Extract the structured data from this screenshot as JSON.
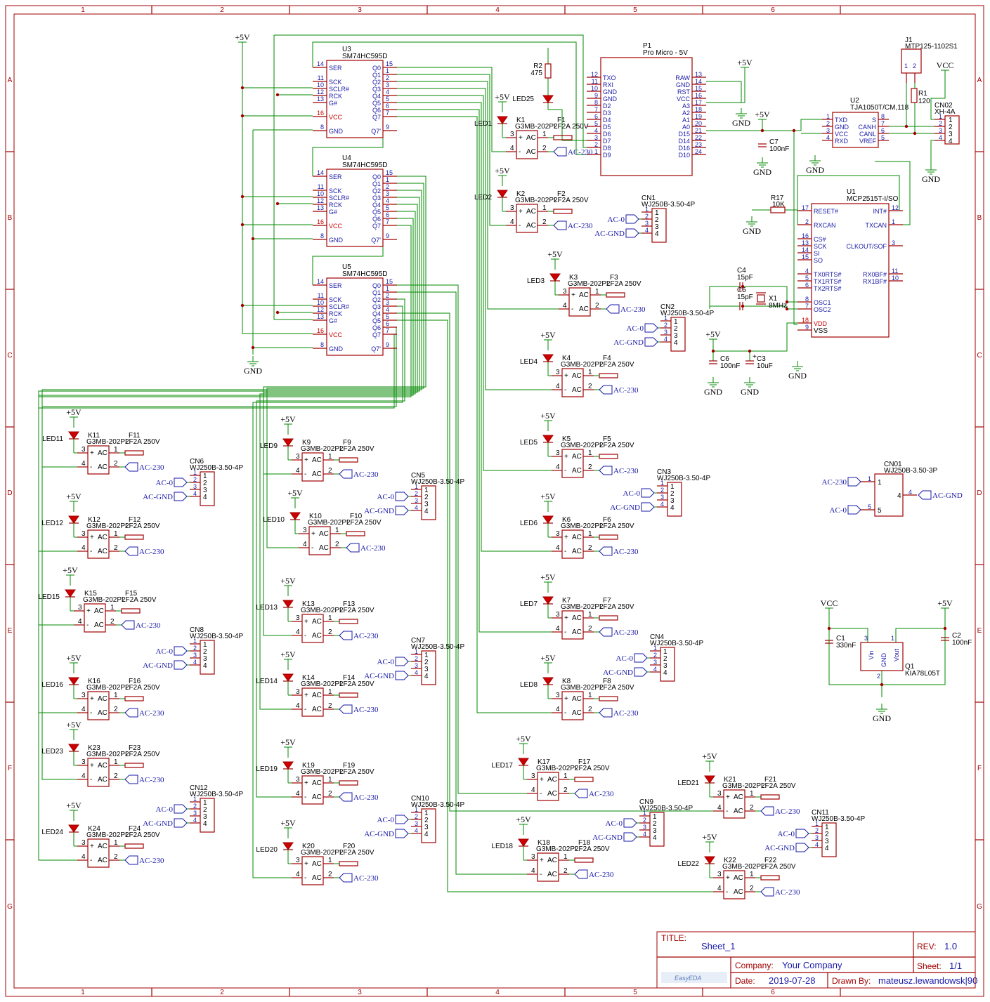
{
  "frame": {
    "cols": [
      "1",
      "2",
      "3",
      "4",
      "5",
      "6"
    ],
    "rows": [
      "A",
      "B",
      "C",
      "D",
      "E",
      "F",
      "G"
    ]
  },
  "title_block": {
    "title_label": "TITLE:",
    "title": "Sheet_1",
    "rev_label": "REV:",
    "rev": "1.0",
    "company_label": "Company:",
    "company": "Your Company",
    "sheet_label": "Sheet:",
    "sheet": "1/1",
    "date_label": "Date:",
    "date": "2019-07-28",
    "drawn_label": "Drawn By:",
    "drawn_by": "mateusz.lewandowsk|90",
    "logo": "EasyEDA"
  },
  "shift_registers": [
    {
      "ref": "U3",
      "part": "SM74HC595D"
    },
    {
      "ref": "U4",
      "part": "SM74HC595D"
    },
    {
      "ref": "U5",
      "part": "SM74HC595D"
    }
  ],
  "sr_left_pins": [
    {
      "num": "14",
      "name": "SER"
    },
    {
      "num": "11",
      "name": "SCK"
    },
    {
      "num": "10",
      "name": "SCLR#"
    },
    {
      "num": "12",
      "name": "RCK"
    },
    {
      "num": "13",
      "name": "G#"
    },
    {
      "num": "16",
      "name": "VCC"
    },
    {
      "num": "8",
      "name": "GND"
    }
  ],
  "sr_right_pins": [
    {
      "num": "15",
      "name": "Q0"
    },
    {
      "num": "1",
      "name": "Q1"
    },
    {
      "num": "2",
      "name": "Q2"
    },
    {
      "num": "3",
      "name": "Q3"
    },
    {
      "num": "4",
      "name": "Q4"
    },
    {
      "num": "5",
      "name": "Q5"
    },
    {
      "num": "6",
      "name": "Q6"
    },
    {
      "num": "7",
      "name": "Q7"
    },
    {
      "num": "9",
      "name": "Q7'"
    }
  ],
  "p1": {
    "ref": "P1",
    "part": "Pro Micro - 5V",
    "left_pins": [
      {
        "num": "12",
        "name": "TXO"
      },
      {
        "num": "11",
        "name": "RXI"
      },
      {
        "num": "10",
        "name": "GND"
      },
      {
        "num": "9",
        "name": "GND"
      },
      {
        "num": "8",
        "name": "D2"
      },
      {
        "num": "7",
        "name": "D3"
      },
      {
        "num": "6",
        "name": "D4"
      },
      {
        "num": "5",
        "name": "D5"
      },
      {
        "num": "4",
        "name": "D6"
      },
      {
        "num": "3",
        "name": "D7"
      },
      {
        "num": "2",
        "name": "D8"
      },
      {
        "num": "1",
        "name": "D9"
      }
    ],
    "right_pins": [
      {
        "num": "13",
        "name": "RAW"
      },
      {
        "num": "14",
        "name": "GND"
      },
      {
        "num": "15",
        "name": "RST"
      },
      {
        "num": "16",
        "name": "VCC"
      },
      {
        "num": "17",
        "name": "A3"
      },
      {
        "num": "18",
        "name": "A2"
      },
      {
        "num": "19",
        "name": "A1"
      },
      {
        "num": "20",
        "name": "A0"
      },
      {
        "num": "21",
        "name": "D15"
      },
      {
        "num": "22",
        "name": "D14"
      },
      {
        "num": "23",
        "name": "D16"
      },
      {
        "num": "24",
        "name": "D10"
      }
    ]
  },
  "u1": {
    "ref": "U1",
    "part": "MCP2515T-I/SO",
    "left_pins": [
      {
        "num": "17",
        "name": "RESET#"
      },
      {
        "num": "2",
        "name": "RXCAN"
      },
      {
        "num": "16",
        "name": "CS#"
      },
      {
        "num": "13",
        "name": "SCK"
      },
      {
        "num": "14",
        "name": "SI"
      },
      {
        "num": "15",
        "name": "SO"
      },
      {
        "num": "4",
        "name": "TX0RTS#"
      },
      {
        "num": "5",
        "name": "TX1RTS#"
      },
      {
        "num": "6",
        "name": "TX2RTS#"
      },
      {
        "num": "8",
        "name": "OSC1"
      },
      {
        "num": "7",
        "name": "OSC2"
      },
      {
        "num": "18",
        "name": "VDD"
      },
      {
        "num": "9",
        "name": "VSS"
      }
    ],
    "right_pins": [
      {
        "num": "12",
        "name": "INT#"
      },
      {
        "num": "1",
        "name": "TXCAN"
      },
      {
        "num": "3",
        "name": "CLKOUT/SOF"
      },
      {
        "num": "11",
        "name": "RX0BF#"
      },
      {
        "num": "10",
        "name": "RX1BF#"
      }
    ]
  },
  "u2": {
    "ref": "U2",
    "part": "TJA1050T/CM,118",
    "left_pins": [
      {
        "num": "1",
        "name": "TXD"
      },
      {
        "num": "2",
        "name": "GND"
      },
      {
        "num": "3",
        "name": "VCC"
      },
      {
        "num": "4",
        "name": "RXD"
      }
    ],
    "right_pins": [
      {
        "num": "8",
        "name": "S"
      },
      {
        "num": "7",
        "name": "CANH"
      },
      {
        "num": "6",
        "name": "CANL"
      },
      {
        "num": "5",
        "name": "VREF"
      }
    ]
  },
  "cn02": {
    "ref": "CN02",
    "part": "XH-4A",
    "pins": [
      "1",
      "2",
      "3",
      "4"
    ]
  },
  "j1": {
    "ref": "J1",
    "part": "MTP125-1102S1",
    "pins": [
      "1",
      "2"
    ]
  },
  "r1": {
    "ref": "R1",
    "value": "120"
  },
  "r17": {
    "ref": "R17",
    "value": "10K"
  },
  "r2": {
    "ref": "R2",
    "value": "475"
  },
  "led25": "LED25",
  "c7": {
    "ref": "C7",
    "value": "100nF"
  },
  "c4": {
    "ref": "C4",
    "value": "15pF"
  },
  "c5": {
    "ref": "C5",
    "value": "15pF"
  },
  "x1": {
    "ref": "X1",
    "value": "8MHz"
  },
  "c6": {
    "ref": "C6",
    "value": "100nF"
  },
  "c3": {
    "ref": "C3",
    "value": "10uF"
  },
  "c1": {
    "ref": "C1",
    "value": "330nF"
  },
  "c2": {
    "ref": "C2",
    "value": "100nF"
  },
  "q1": {
    "ref": "Q1",
    "part": "KIA78L05T",
    "pins": [
      "Vin",
      "GND",
      "Vout"
    ],
    "nums": [
      "3",
      "2",
      "1"
    ]
  },
  "cn01": {
    "ref": "CN01",
    "part": "WJ250B-3.50-3P"
  },
  "net_labels": {
    "p5v": "+5V",
    "gnd": "GND",
    "vcc": "VCC",
    "ac230": "AC-230",
    "ac0": "AC-0",
    "acgnd": "AC-GND"
  },
  "relay_labels": {
    "part": "G3MB-202PL",
    "fuse_val": "2F2A 250V",
    "plus": "+",
    "ac": "AC",
    "n1": "1",
    "n2": "2",
    "n3": "3",
    "n4": "4"
  },
  "connector_part": "WJ250B-3.50-4P",
  "channels": [
    {
      "led": "LED1",
      "relay": "K1",
      "fuse": "F1"
    },
    {
      "led": "LED2",
      "relay": "K2",
      "fuse": "F2"
    },
    {
      "led": "LED3",
      "relay": "K3",
      "fuse": "F3"
    },
    {
      "led": "LED4",
      "relay": "K4",
      "fuse": "F4"
    },
    {
      "led": "LED5",
      "relay": "K5",
      "fuse": "F5"
    },
    {
      "led": "LED6",
      "relay": "K6",
      "fuse": "F6"
    },
    {
      "led": "LED7",
      "relay": "K7",
      "fuse": "F7"
    },
    {
      "led": "LED8",
      "relay": "K8",
      "fuse": "F8"
    },
    {
      "led": "LED9",
      "relay": "K9",
      "fuse": "F9"
    },
    {
      "led": "LED10",
      "relay": "K10",
      "fuse": "F10"
    },
    {
      "led": "LED11",
      "relay": "K11",
      "fuse": "F11"
    },
    {
      "led": "LED12",
      "relay": "K12",
      "fuse": "F12"
    },
    {
      "led": "LED13",
      "relay": "K13",
      "fuse": "F13"
    },
    {
      "led": "LED14",
      "relay": "K14",
      "fuse": "F14"
    },
    {
      "led": "LED15",
      "relay": "K15",
      "fuse": "F15"
    },
    {
      "led": "LED16",
      "relay": "K16",
      "fuse": "F16"
    },
    {
      "led": "LED17",
      "relay": "K17",
      "fuse": "F17"
    },
    {
      "led": "LED18",
      "relay": "K18",
      "fuse": "F18"
    },
    {
      "led": "LED19",
      "relay": "K19",
      "fuse": "F19"
    },
    {
      "led": "LED20",
      "relay": "K20",
      "fuse": "F20"
    },
    {
      "led": "LED21",
      "relay": "K21",
      "fuse": "F21"
    },
    {
      "led": "LED22",
      "relay": "K22",
      "fuse": "F22"
    },
    {
      "led": "LED23",
      "relay": "K23",
      "fuse": "F23"
    },
    {
      "led": "LED24",
      "relay": "K24",
      "fuse": "F24"
    }
  ],
  "connectors": [
    {
      "ref": "CN1"
    },
    {
      "ref": "CN2"
    },
    {
      "ref": "CN3"
    },
    {
      "ref": "CN4"
    },
    {
      "ref": "CN5"
    },
    {
      "ref": "CN6"
    },
    {
      "ref": "CN7"
    },
    {
      "ref": "CN8"
    },
    {
      "ref": "CN9"
    },
    {
      "ref": "CN10"
    },
    {
      "ref": "CN11"
    },
    {
      "ref": "CN12"
    }
  ]
}
